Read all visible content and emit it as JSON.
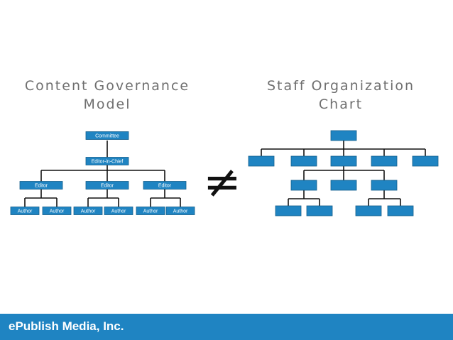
{
  "left_chart": {
    "title": "Content Governance\nModel",
    "committee": "Committee",
    "editor_in_chief": "Editor-in-Chief",
    "editors": [
      "Editor",
      "Editor",
      "Editor"
    ],
    "authors": [
      "Author",
      "Author",
      "Author",
      "Author",
      "Author",
      "Author"
    ]
  },
  "right_chart": {
    "title": "Staff Organization\nChart"
  },
  "relation_symbol": "≠",
  "footer": {
    "company": "ePublish Media, Inc."
  },
  "colors": {
    "node_fill": "#1f84c2",
    "node_border": "#155f8c",
    "connector": "#111111",
    "footer_bg": "#1f84c2"
  }
}
